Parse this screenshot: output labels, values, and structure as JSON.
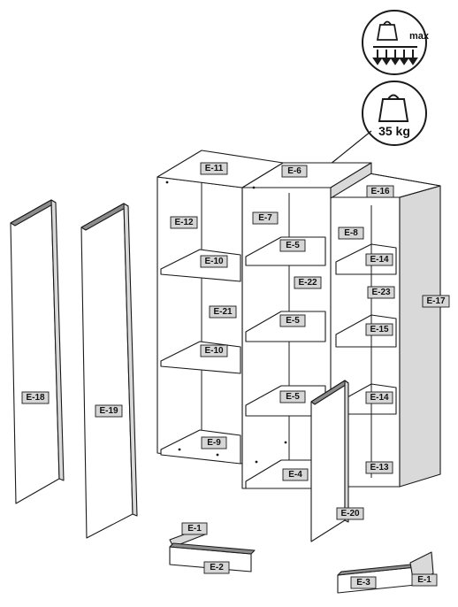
{
  "load_badges": {
    "max_label": "max",
    "weight_label": "35 kg"
  },
  "part_labels": {
    "e11": "E-11",
    "e6": "E-6",
    "e16": "E-16",
    "e12": "E-12",
    "e7": "E-7",
    "e8": "E-8",
    "e5a": "E-5",
    "e10a": "E-10",
    "e14a": "E-14",
    "e22": "E-22",
    "e23": "E-23",
    "e17": "E-17",
    "e21": "E-21",
    "e5b": "E-5",
    "e15": "E-15",
    "e10b": "E-10",
    "e18": "E-18",
    "e19": "E-19",
    "e5c": "E-5",
    "e14b": "E-14",
    "e9": "E-9",
    "e13": "E-13",
    "e4": "E-4",
    "e20": "E-20",
    "e1a": "E-1",
    "e2": "E-2",
    "e3": "E-3",
    "e1b": "E-1"
  }
}
